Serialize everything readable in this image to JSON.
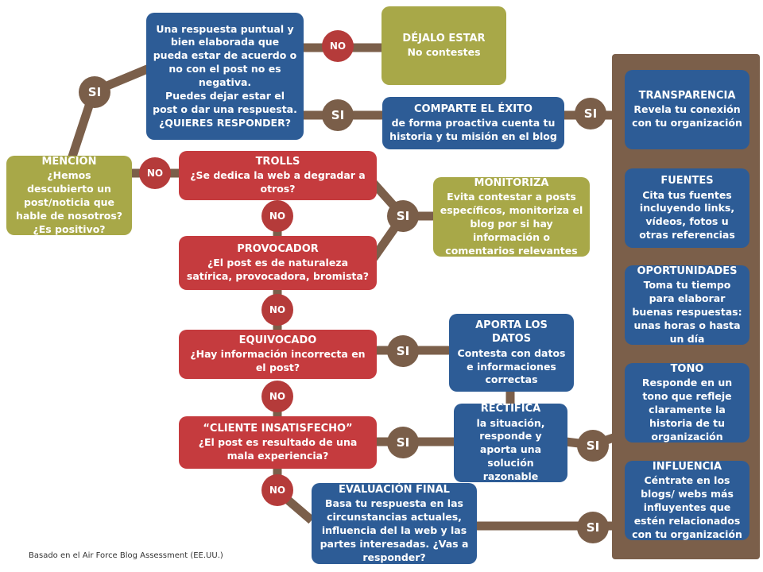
{
  "nodes": {
    "mencion": {
      "title": "MENCIÓN",
      "text": "¿Hemos descubierto un post/noticia que hable de nosotros? ¿Es positivo?"
    },
    "respuesta": {
      "text": "Una respuesta puntual y bien elaborada que pueda estar de acuerdo o no con el post no es negativa.\nPuedes dejar estar el post o dar una respuesta.\n¿QUIERES RESPONDER?"
    },
    "dejalo": {
      "title": "DÉJALO ESTAR",
      "text": "No contestes"
    },
    "comparte": {
      "title": "COMPARTE EL ÉXITO",
      "text": "de forma proactiva cuenta tu historia y tu misión en el blog"
    },
    "trolls": {
      "title": "TROLLS",
      "text": "¿Se dedica la web a degradar a otros?"
    },
    "monitoriza": {
      "title": "MONITORIZA",
      "text": "Evita contestar a posts específicos, monitoriza el blog por si hay información o comentarios relevantes"
    },
    "provocador": {
      "title": "PROVOCADOR",
      "text": "¿El post es de naturaleza satírica, provocadora, bromista?"
    },
    "equivocado": {
      "title": "EQUIVOCADO",
      "text": "¿Hay información incorrecta en el post?"
    },
    "aporta": {
      "title": "APORTA LOS DATOS",
      "text": "Contesta con datos e informaciones correctas"
    },
    "cliente": {
      "title": "“CLIENTE INSATISFECHO”",
      "text": "¿El post es resultado de una mala experiencia?"
    },
    "rectifica": {
      "title": "RECTIFICA",
      "text": "la situación, responde y aporta una solución razonable"
    },
    "evaluacion": {
      "title": "EVALUACIÓN FINAL",
      "text": "Basa tu respuesta en las circunstancias actuales, influencia del la web y las partes interesadas. ¿Vas a responder?"
    },
    "transparencia": {
      "title": "TRANSPARENCIA",
      "text": "Revela tu conexión con tu organización"
    },
    "fuentes": {
      "title": "FUENTES",
      "text": "Cita tus fuentes incluyendo links, vídeos, fotos u otras referencias"
    },
    "oportunidades": {
      "title": "OPORTUNIDADES",
      "text": "Toma tu tiempo para elaborar buenas respuestas: unas horas o hasta un día"
    },
    "tono": {
      "title": "TONO",
      "text": "Responde en un tono que refleje claramente la historia de tu organización"
    },
    "influencia": {
      "title": "INFLUENCIA",
      "text": "Céntrate en los blogs/ webs más influyentes que estén relacionados con tu organización"
    }
  },
  "badges": {
    "si": "SI",
    "no": "NO"
  },
  "footer": "Basado en el Air Force Blog Assessment (EE.UU.)",
  "colors": {
    "blue": "#2d5c96",
    "red": "#c53b3e",
    "olive": "#a8a848",
    "brown": "#7b5f4a"
  }
}
